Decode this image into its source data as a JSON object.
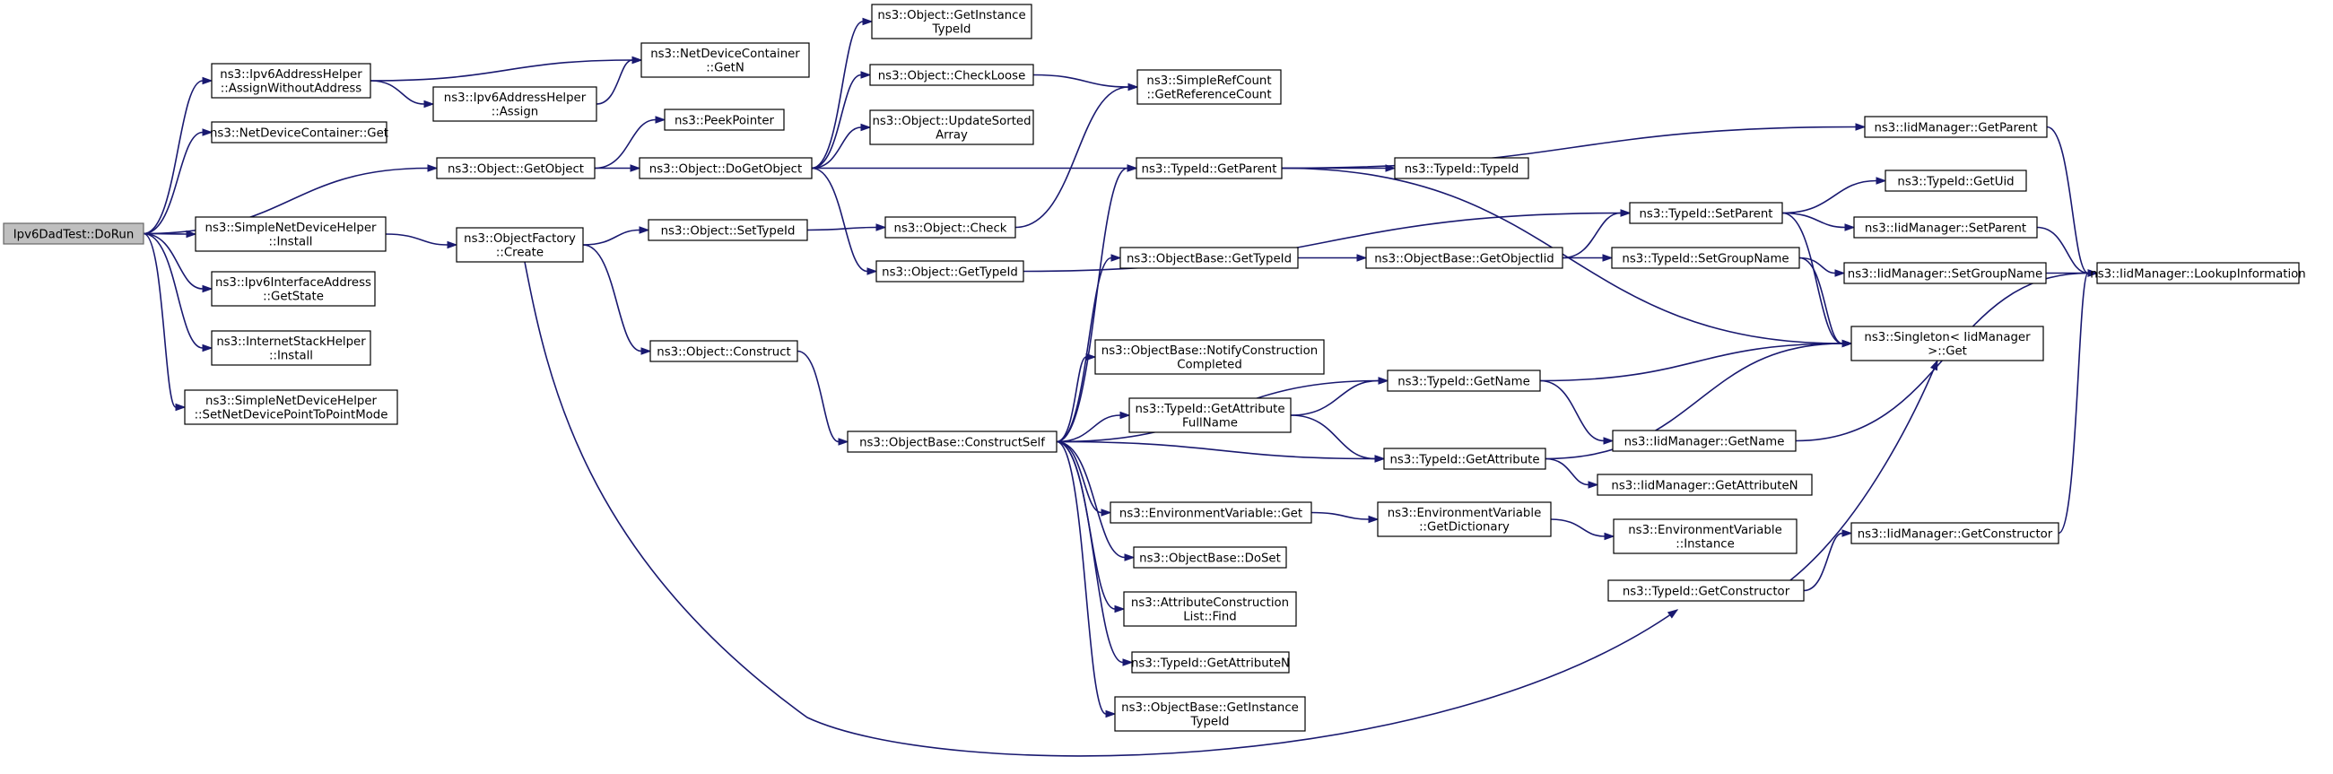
{
  "graph": {
    "nodes": [
      {
        "id": "n0",
        "lines": [
          "Ipv6DadTest::DoRun"
        ],
        "root": true
      },
      {
        "id": "n1",
        "lines": [
          "ns3::Ipv6AddressHelper",
          "::AssignWithoutAddress"
        ]
      },
      {
        "id": "n2",
        "lines": [
          "ns3::NetDeviceContainer::Get"
        ]
      },
      {
        "id": "n3",
        "lines": [
          "ns3::Object::GetObject"
        ]
      },
      {
        "id": "n4",
        "lines": [
          "ns3::SimpleNetDeviceHelper",
          "::Install"
        ]
      },
      {
        "id": "n5",
        "lines": [
          "ns3::Ipv6InterfaceAddress",
          "::GetState"
        ]
      },
      {
        "id": "n6",
        "lines": [
          "ns3::InternetStackHelper",
          "::Install"
        ]
      },
      {
        "id": "n7",
        "lines": [
          "ns3::SimpleNetDeviceHelper",
          "::SetNetDevicePointToPointMode"
        ]
      },
      {
        "id": "n8",
        "lines": [
          "ns3::NetDeviceContainer",
          "::GetN"
        ]
      },
      {
        "id": "n9",
        "lines": [
          "ns3::Ipv6AddressHelper",
          "::Assign"
        ]
      },
      {
        "id": "n10",
        "lines": [
          "ns3::PeekPointer"
        ]
      },
      {
        "id": "n11",
        "lines": [
          "ns3::Object::DoGetObject"
        ]
      },
      {
        "id": "n12",
        "lines": [
          "ns3::ObjectFactory",
          "::Create"
        ]
      },
      {
        "id": "n13",
        "lines": [
          "ns3::Object::SetTypeId"
        ]
      },
      {
        "id": "n14",
        "lines": [
          "ns3::Object::Construct"
        ]
      },
      {
        "id": "n15",
        "lines": [
          "ns3::Object::GetInstance",
          "TypeId"
        ]
      },
      {
        "id": "n16",
        "lines": [
          "ns3::Object::CheckLoose"
        ]
      },
      {
        "id": "n17",
        "lines": [
          "ns3::Object::UpdateSorted",
          "Array"
        ]
      },
      {
        "id": "n18",
        "lines": [
          "ns3::Object::Check"
        ]
      },
      {
        "id": "n19",
        "lines": [
          "ns3::Object::GetTypeId"
        ]
      },
      {
        "id": "n20",
        "lines": [
          "ns3::ObjectBase::ConstructSelf"
        ]
      },
      {
        "id": "n21",
        "lines": [
          "ns3::SimpleRefCount",
          "::GetReferenceCount"
        ]
      },
      {
        "id": "n22",
        "lines": [
          "ns3::TypeId::GetParent"
        ]
      },
      {
        "id": "n23",
        "lines": [
          "ns3::ObjectBase::GetTypeId"
        ]
      },
      {
        "id": "n24",
        "lines": [
          "ns3::ObjectBase::NotifyConstruction",
          "Completed"
        ]
      },
      {
        "id": "n25",
        "lines": [
          "ns3::TypeId::GetAttribute",
          "FullName"
        ]
      },
      {
        "id": "n26",
        "lines": [
          "ns3::EnvironmentVariable::Get"
        ]
      },
      {
        "id": "n27",
        "lines": [
          "ns3::ObjectBase::DoSet"
        ]
      },
      {
        "id": "n28",
        "lines": [
          "ns3::AttributeConstruction",
          "List::Find"
        ]
      },
      {
        "id": "n29",
        "lines": [
          "ns3::TypeId::GetAttributeN"
        ]
      },
      {
        "id": "n30",
        "lines": [
          "ns3::ObjectBase::GetInstance",
          "TypeId"
        ]
      },
      {
        "id": "n31",
        "lines": [
          "ns3::TypeId::TypeId"
        ]
      },
      {
        "id": "n32",
        "lines": [
          "ns3::ObjectBase::GetObjectIid"
        ]
      },
      {
        "id": "n33",
        "lines": [
          "ns3::TypeId::GetName"
        ]
      },
      {
        "id": "n34",
        "lines": [
          "ns3::TypeId::GetAttribute"
        ]
      },
      {
        "id": "n35",
        "lines": [
          "ns3::EnvironmentVariable",
          "::GetDictionary"
        ]
      },
      {
        "id": "n36",
        "lines": [
          "ns3::TypeId::SetParent"
        ]
      },
      {
        "id": "n37",
        "lines": [
          "ns3::TypeId::SetGroupName"
        ]
      },
      {
        "id": "n38",
        "lines": [
          "ns3::IidManager::GetName"
        ]
      },
      {
        "id": "n39",
        "lines": [
          "ns3::IidManager::GetAttributeN"
        ]
      },
      {
        "id": "n40",
        "lines": [
          "ns3::EnvironmentVariable",
          "::Instance"
        ]
      },
      {
        "id": "n41",
        "lines": [
          "ns3::TypeId::GetConstructor"
        ]
      },
      {
        "id": "n42",
        "lines": [
          "ns3::IidManager::GetParent"
        ]
      },
      {
        "id": "n43",
        "lines": [
          "ns3::TypeId::GetUid"
        ]
      },
      {
        "id": "n44",
        "lines": [
          "ns3::IidManager::SetParent"
        ]
      },
      {
        "id": "n45",
        "lines": [
          "ns3::IidManager::SetGroupName"
        ]
      },
      {
        "id": "n46",
        "lines": [
          "ns3::Singleton< IidManager",
          " >::Get"
        ]
      },
      {
        "id": "n47",
        "lines": [
          "ns3::IidManager::GetConstructor"
        ]
      },
      {
        "id": "n48",
        "lines": [
          "ns3::IidManager::LookupInformation"
        ]
      }
    ],
    "edges": [
      [
        "n0",
        "n1"
      ],
      [
        "n0",
        "n2"
      ],
      [
        "n0",
        "n3"
      ],
      [
        "n0",
        "n4"
      ],
      [
        "n0",
        "n5"
      ],
      [
        "n0",
        "n6"
      ],
      [
        "n0",
        "n7"
      ],
      [
        "n1",
        "n8"
      ],
      [
        "n1",
        "n9"
      ],
      [
        "n9",
        "n8"
      ],
      [
        "n3",
        "n10"
      ],
      [
        "n3",
        "n11"
      ],
      [
        "n11",
        "n15"
      ],
      [
        "n11",
        "n16"
      ],
      [
        "n11",
        "n17"
      ],
      [
        "n11",
        "n19"
      ],
      [
        "n11",
        "n22"
      ],
      [
        "n16",
        "n21"
      ],
      [
        "n18",
        "n21"
      ],
      [
        "n19",
        "n36"
      ],
      [
        "n4",
        "n12"
      ],
      [
        "n12",
        "n13"
      ],
      [
        "n12",
        "n14"
      ],
      [
        "n12",
        "n41"
      ],
      [
        "n13",
        "n18"
      ],
      [
        "n14",
        "n20"
      ],
      [
        "n20",
        "n22"
      ],
      [
        "n20",
        "n23"
      ],
      [
        "n20",
        "n24"
      ],
      [
        "n20",
        "n33"
      ],
      [
        "n20",
        "n25"
      ],
      [
        "n20",
        "n34"
      ],
      [
        "n20",
        "n26"
      ],
      [
        "n20",
        "n27"
      ],
      [
        "n20",
        "n28"
      ],
      [
        "n20",
        "n29"
      ],
      [
        "n20",
        "n30"
      ],
      [
        "n22",
        "n31"
      ],
      [
        "n22",
        "n42"
      ],
      [
        "n22",
        "n46"
      ],
      [
        "n23",
        "n32"
      ],
      [
        "n32",
        "n36"
      ],
      [
        "n32",
        "n37"
      ],
      [
        "n36",
        "n43"
      ],
      [
        "n36",
        "n44"
      ],
      [
        "n36",
        "n46"
      ],
      [
        "n37",
        "n45"
      ],
      [
        "n37",
        "n46"
      ],
      [
        "n25",
        "n33"
      ],
      [
        "n25",
        "n34"
      ],
      [
        "n33",
        "n46"
      ],
      [
        "n33",
        "n38"
      ],
      [
        "n34",
        "n46"
      ],
      [
        "n34",
        "n39"
      ],
      [
        "n26",
        "n35"
      ],
      [
        "n35",
        "n40"
      ],
      [
        "n41",
        "n47"
      ],
      [
        "n41",
        "n46"
      ],
      [
        "n42",
        "n48"
      ],
      [
        "n44",
        "n48"
      ],
      [
        "n45",
        "n48"
      ],
      [
        "n38",
        "n48"
      ],
      [
        "n47",
        "n48"
      ]
    ]
  }
}
